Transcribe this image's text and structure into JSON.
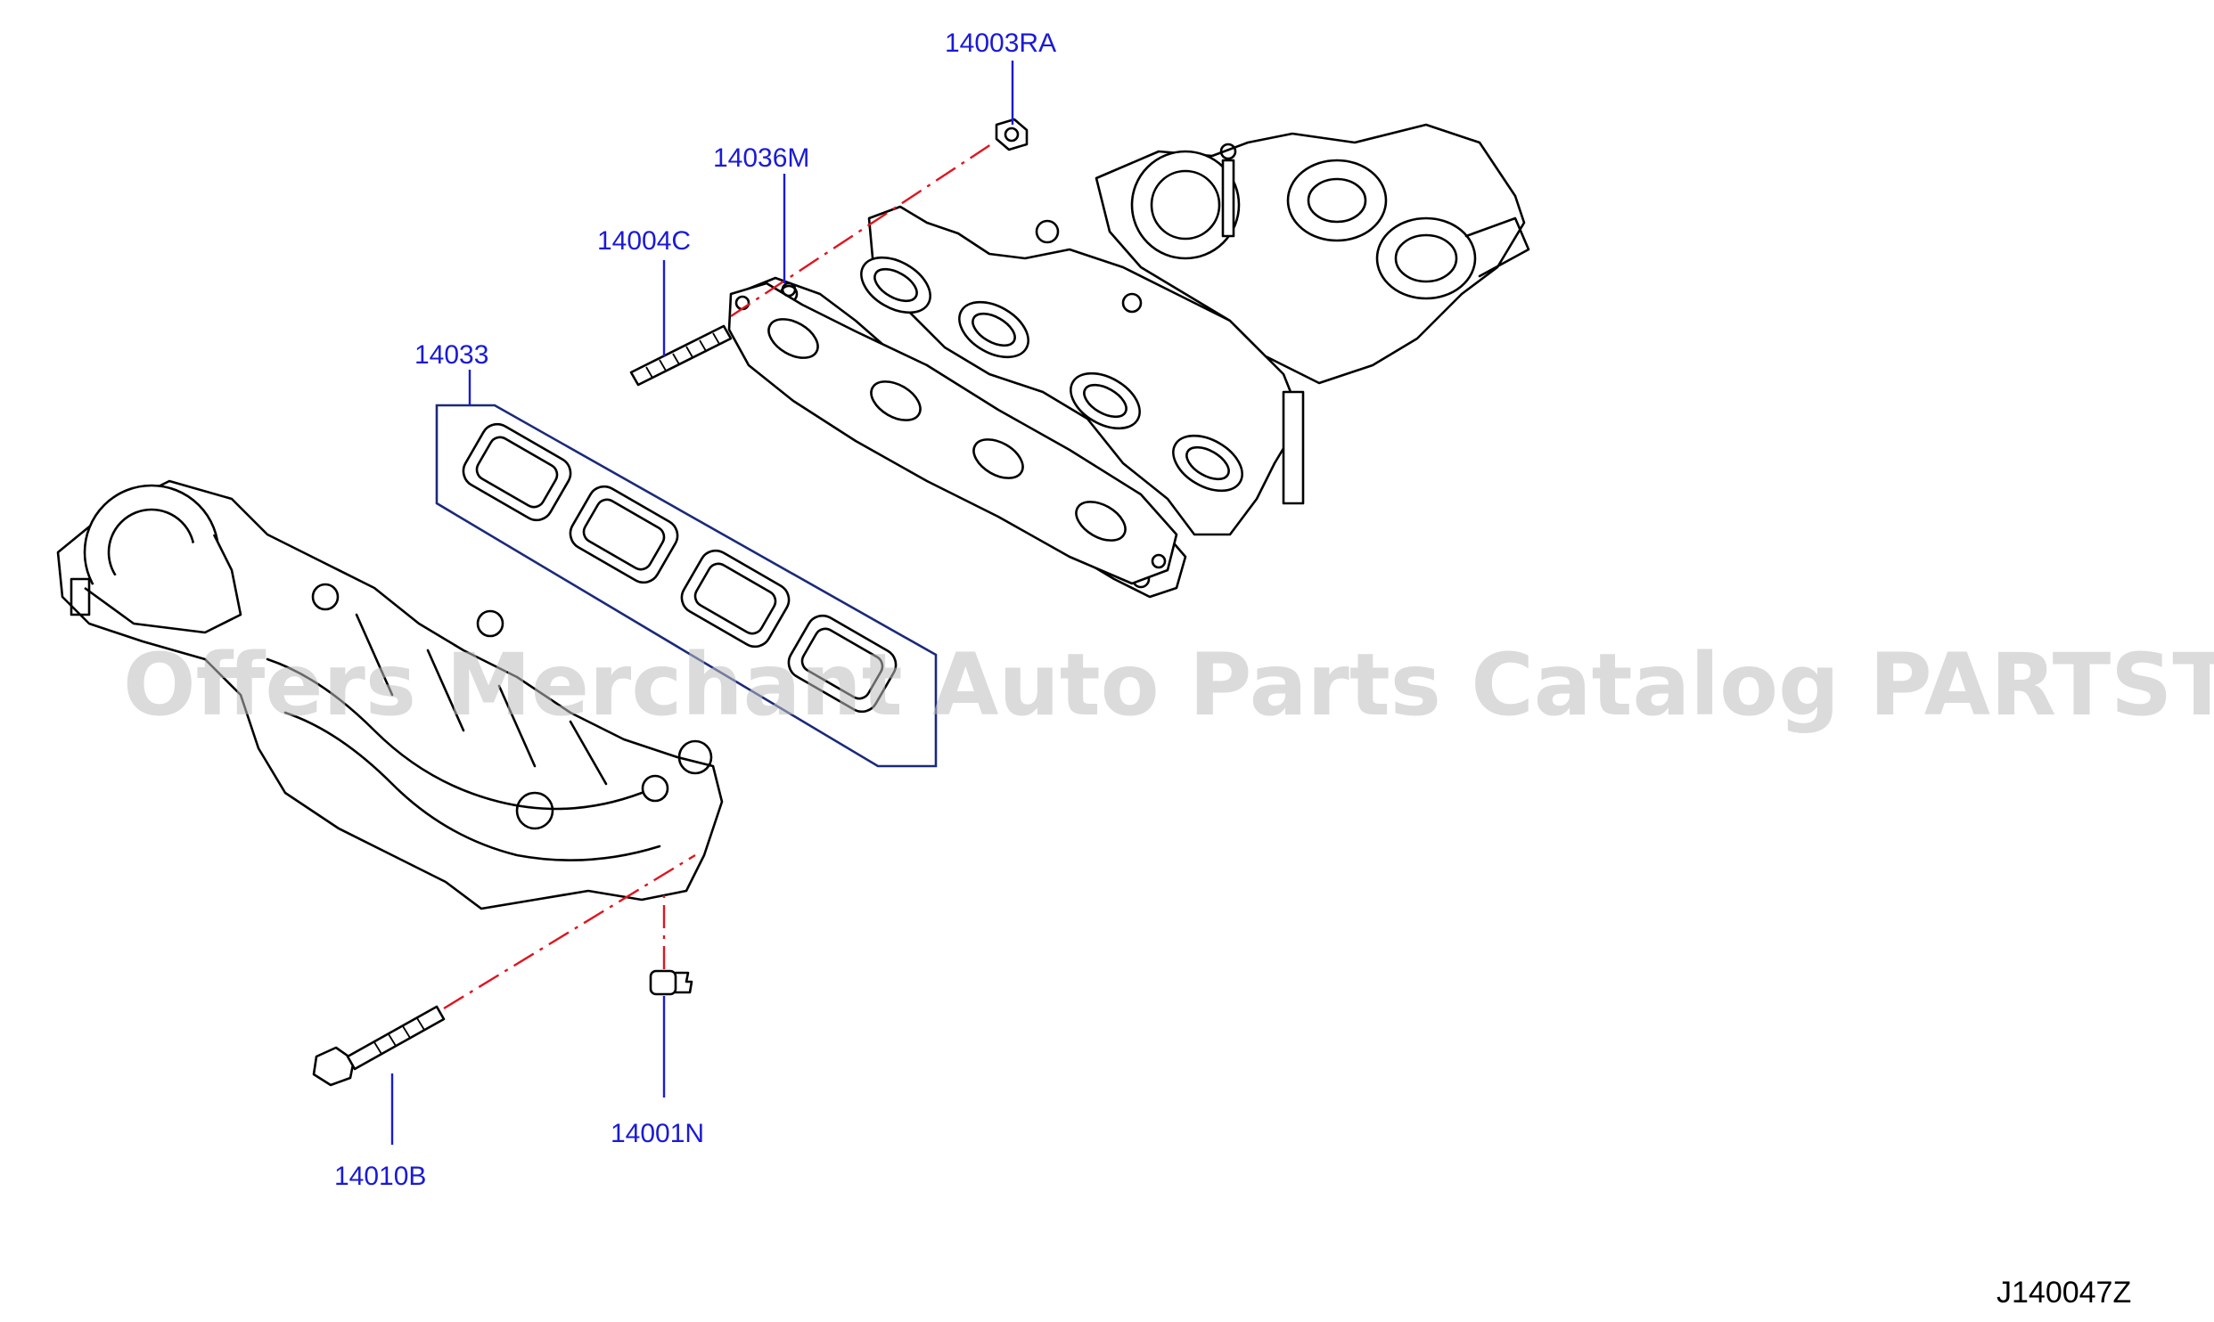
{
  "diagram": {
    "labels": {
      "nut": "14003RA",
      "exhaust_gasket": "14036M",
      "stud": "14004C",
      "intake_gasket_set": "14033",
      "clip": "14001N",
      "bolt": "14010B"
    },
    "diagram_code": "J140047Z",
    "watermark": "Offers Merchant Auto Parts Catalog PARTSTORE.SA"
  },
  "colors": {
    "label": "#1a1ad6",
    "centerline": "#e0141e",
    "watermark": "#bdbdbd"
  }
}
